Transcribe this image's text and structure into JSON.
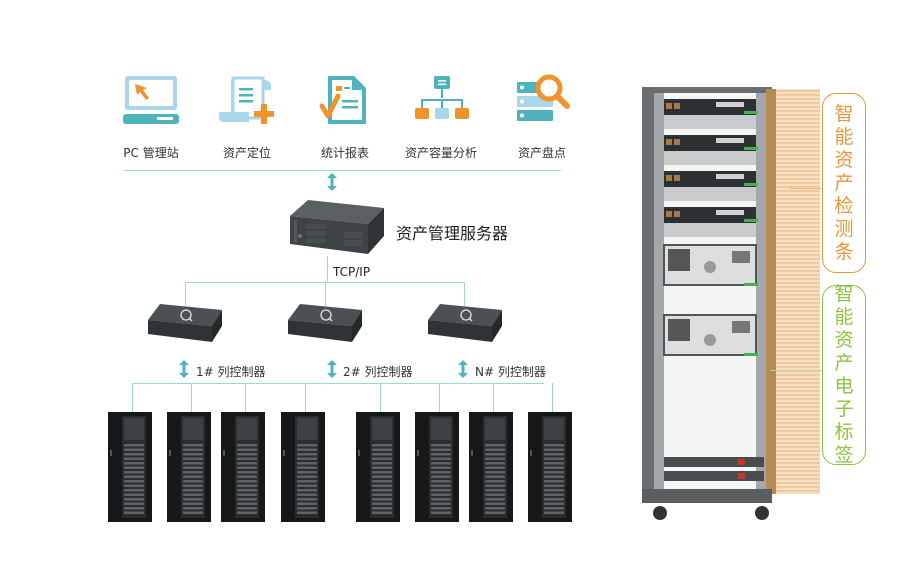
{
  "top_modules": [
    {
      "label": "PC 管理站",
      "icon": "pc-monitor-icon"
    },
    {
      "label": "资产定位",
      "icon": "scroll-plus-icon"
    },
    {
      "label": "统计报表",
      "icon": "report-check-icon"
    },
    {
      "label": "资产容量分析",
      "icon": "hierarchy-icon"
    },
    {
      "label": "资产盘点",
      "icon": "server-search-icon"
    }
  ],
  "server": {
    "label": "资产管理服务器",
    "protocol": "TCP/IP"
  },
  "controllers": [
    {
      "label": "1# 列控制器"
    },
    {
      "label": "2# 列控制器"
    },
    {
      "label": "N# 列控制器"
    }
  ],
  "racks_count": 8,
  "side_labels": {
    "detection_strip": {
      "text": "智能资产检测条",
      "color": "#e8963a"
    },
    "electronic_tag": {
      "text": "智能资产电子标签",
      "color": "#8cc43f"
    }
  },
  "colors": {
    "line": "#9fd4d8",
    "teal": "#4fb3bd",
    "light_blue": "#a9d6ea",
    "orange": "#f0932b"
  }
}
